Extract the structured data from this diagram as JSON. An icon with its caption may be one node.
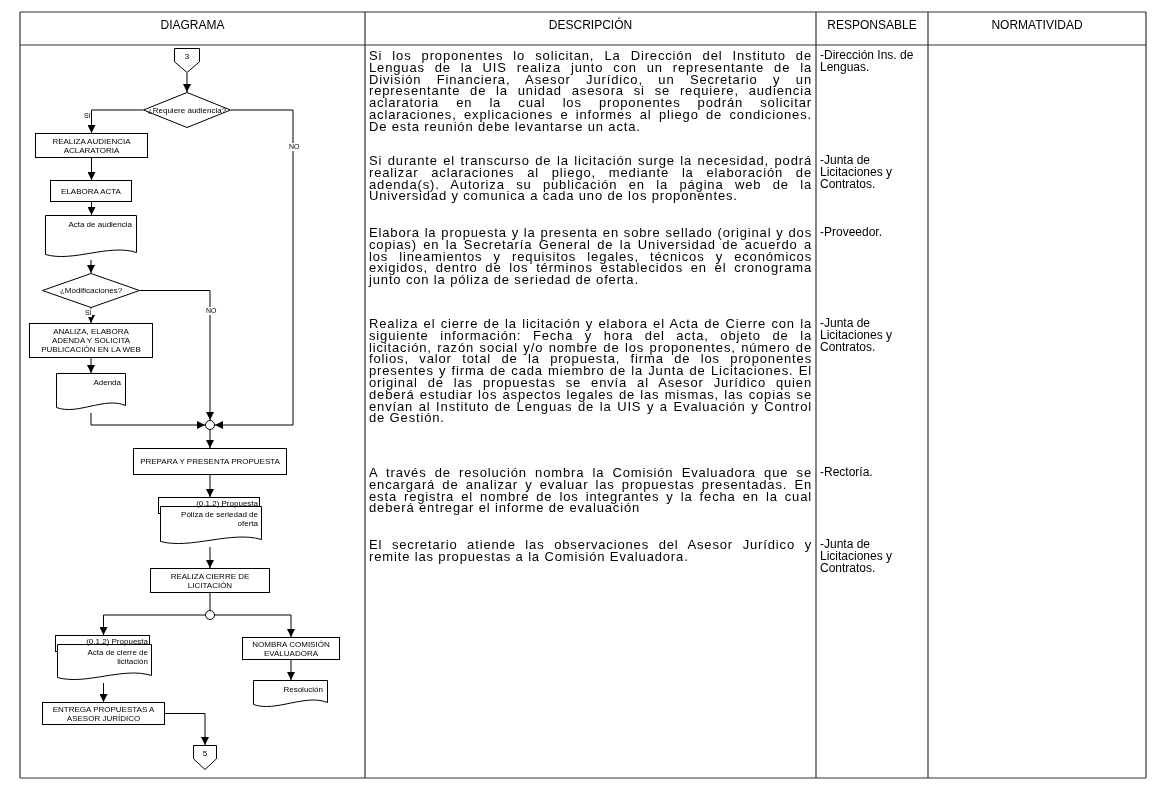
{
  "diagram": {
    "nodes": [
      {
        "text": [
          "3"
        ]
      },
      {
        "text": [
          "¿Requiere audiencia?"
        ]
      },
      {
        "text": [
          "REALIZA AUDIENCIA ACLARATORIA"
        ]
      },
      {
        "text": [
          "ELABORA ACTA"
        ]
      },
      {
        "text": [
          "Acta de audiencia"
        ]
      },
      {
        "text": [
          "¿Modificaciones?"
        ]
      },
      {
        "text": [
          "ANALIZA, ELABORA ADENDA Y SOLICITA PUBLICACIÓN EN LA WEB"
        ]
      },
      {
        "text": [
          "Adenda"
        ]
      },
      {
        "text": [],
        "shape": "circle"
      },
      {
        "text": [
          "PREPARA Y PRESENTA PROPUESTA"
        ]
      },
      {
        "text": [
          "(0,1,2) Propuesta",
          "Póliza de seriedad de oferta"
        ]
      },
      {
        "text": [
          "REALIZA CIERRE DE LICITACIÓN"
        ]
      },
      {
        "text": [],
        "shape": "circle"
      },
      {
        "text": [
          "(0,1,2) Propuesta",
          "Acta de cierre de licitación"
        ]
      },
      {
        "text": [
          "NOMBRA COMISIÓN EVALUADORA"
        ]
      },
      {
        "text": [
          "Resolución"
        ]
      },
      {
        "text": [
          "ENTREGA PROPUESTAS A ASESOR JURÍDICO"
        ]
      },
      {
        "text": [
          "5"
        ]
      }
    ],
    "edges": [
      {
        "from": 0,
        "to": 1,
        "arrow": "to"
      },
      {
        "from": 1,
        "to": 2,
        "arrow": "to",
        "label": "SI"
      },
      {
        "from": 1,
        "to": 8,
        "arrow": "to",
        "label": "NO"
      },
      {
        "from": 2,
        "to": 3,
        "arrow": "to"
      },
      {
        "from": 3,
        "to": 4,
        "arrow": "to"
      },
      {
        "from": 4,
        "to": 5,
        "arrow": "to"
      },
      {
        "from": 5,
        "to": 6,
        "arrow": "to",
        "label": "SI"
      },
      {
        "from": 5,
        "to": 8,
        "arrow": "to",
        "label": "NO"
      },
      {
        "from": 6,
        "to": 7,
        "arrow": "to"
      },
      {
        "from": 7,
        "to": 8,
        "arrow": "to"
      },
      {
        "from": 8,
        "to": 9,
        "arrow": "to"
      },
      {
        "from": 9,
        "to": 10,
        "arrow": "to"
      },
      {
        "from": 10,
        "to": 11,
        "arrow": "to"
      },
      {
        "from": 11,
        "to": 12,
        "arrow": "none"
      },
      {
        "from": 12,
        "to": 13,
        "arrow": "to"
      },
      {
        "from": 12,
        "to": 14,
        "arrow": "to"
      },
      {
        "from": 13,
        "to": 16,
        "arrow": "to"
      },
      {
        "from": 14,
        "to": 15,
        "arrow": "to"
      },
      {
        "from": 16,
        "to": 17,
        "arrow": "to"
      }
    ],
    "labels": [
      "DIAGRAMA",
      "DESCRIPCIÓN",
      "RESPONSABLE",
      "NORMATIVIDAD",
      "Si los proponentes lo solicitan, La Dirección del Instituto de Lenguas de la UIS realiza junto con un representante de la División Financiera, Asesor Jurídico, un Secretario y un representante de la unidad asesora si se requiere, audiencia aclaratoria en la cual los proponentes podrán solicitar aclaraciones, explicaciones e informes al pliego de condiciones. De esta reunión debe levantarse un acta.",
      "-Dirección Ins. de Lenguas.",
      "Si durante el transcurso de la licitación surge la necesidad, podrá realizar aclaraciones al pliego, mediante la elaboración de adenda(s). Autoriza su publicación en la página web de la Universidad y comunica a cada uno de los proponentes.",
      "-Junta de Licitaciones y Contratos.",
      "Elabora la propuesta y la presenta en sobre sellado (original y dos copias) en la Secretaría General de la Universidad de acuerdo a los lineamientos y requisitos legales, técnicos y económicos exigidos, dentro de los términos establecidos en el cronograma junto con la póliza de seriedad de oferta.",
      "-Proveedor.",
      "Realiza el cierre de la licitación y elabora el Acta de Cierre con la siguiente información: Fecha y hora del acta, objeto de la licitación, razón social y/o nombre de los proponentes, número de folios, valor total de la propuesta, firma de los proponentes presentes y firma de cada miembro de la Junta de Licitaciones. El original de las propuestas se envía al Asesor Jurídico quien deberá estudiar los aspectos legales de las mismas, las copias se envían al Instituto de Lenguas de la UIS y a Evaluación y Control de Gestión.",
      "-Junta de Licitaciones y Contratos.",
      "A través de resolución nombra la Comisión Evaluadora que se encargará de analizar y evaluar las propuestas presentadas. En esta registra el nombre de los integrantes y la fecha en la cual deberá entregar el informe de evaluación",
      "-Rectoría.",
      "El secretario atiende las observaciones del Asesor Jurídico y remite las propuestas a la Comisión Evaluadora.",
      "-Junta de Licitaciones y Contratos."
    ]
  }
}
